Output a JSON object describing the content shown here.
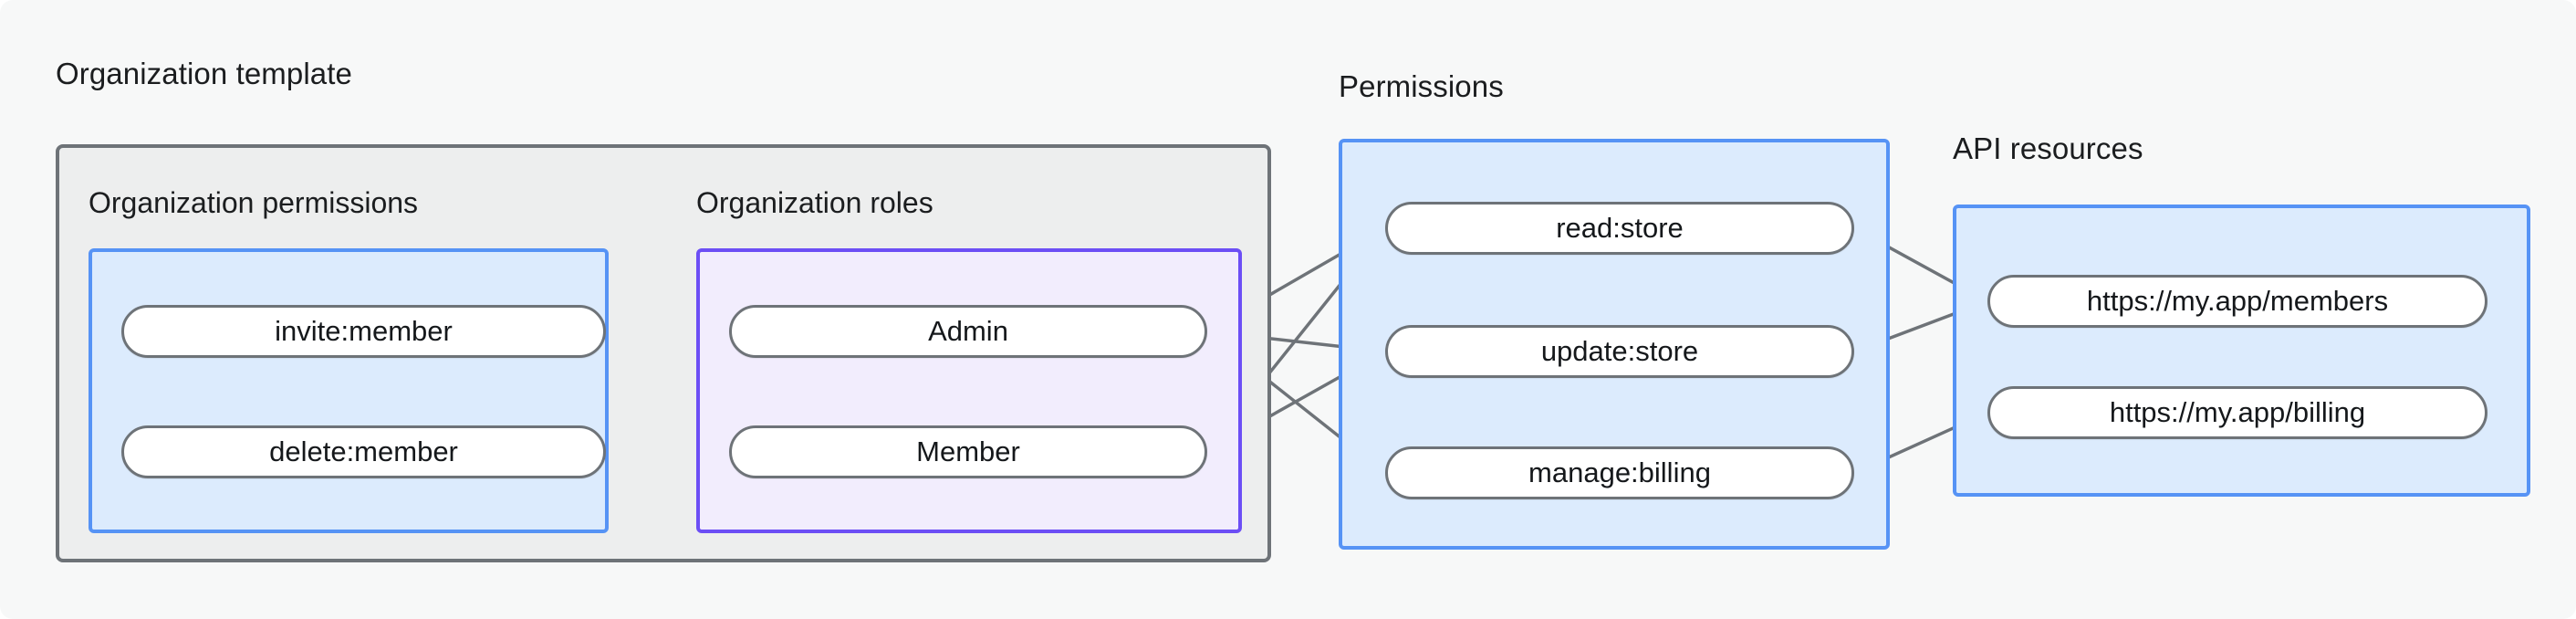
{
  "diagram": {
    "type": "graph",
    "background_color": "#F7F8F8",
    "colors": {
      "gray_border": "#6E7378",
      "gray_fill": "#EDEEEE",
      "blue_border": "#5693F5",
      "blue_fill": "#DCEBFD",
      "purple_border": "#6C4EF5",
      "purple_fill": "#F2EDFD",
      "node_border": "#6E7378",
      "node_fill": "#FFFFFF",
      "edge": "#6E7378",
      "text": "#1B1D1F"
    },
    "groups": {
      "organization_template": {
        "title": "Organization template",
        "subgroups": {
          "organization_permissions": {
            "title": "Organization permissions",
            "nodes": [
              {
                "id": "invite-member",
                "label": "invite:member"
              },
              {
                "id": "delete-member",
                "label": "delete:member"
              }
            ]
          },
          "organization_roles": {
            "title": "Organization roles",
            "nodes": [
              {
                "id": "admin",
                "label": "Admin"
              },
              {
                "id": "member",
                "label": "Member"
              }
            ]
          }
        }
      },
      "permissions": {
        "title": "Permissions",
        "nodes": [
          {
            "id": "read-store",
            "label": "read:store"
          },
          {
            "id": "update-store",
            "label": "update:store"
          },
          {
            "id": "manage-billing",
            "label": "manage:billing"
          }
        ]
      },
      "api_resources": {
        "title": "API resources",
        "nodes": [
          {
            "id": "members-url",
            "label": "https://my.app/members"
          },
          {
            "id": "billing-url",
            "label": "https://my.app/billing"
          }
        ]
      }
    },
    "edges": [
      {
        "from": "invite-member",
        "to": "admin"
      },
      {
        "from": "invite-member",
        "to": "member"
      },
      {
        "from": "delete-member",
        "to": "member"
      },
      {
        "from": "admin",
        "to": "read-store"
      },
      {
        "from": "admin",
        "to": "update-store"
      },
      {
        "from": "admin",
        "to": "manage-billing"
      },
      {
        "from": "member",
        "to": "read-store"
      },
      {
        "from": "member",
        "to": "update-store"
      },
      {
        "from": "read-store",
        "to": "members-url"
      },
      {
        "from": "update-store",
        "to": "members-url"
      },
      {
        "from": "manage-billing",
        "to": "billing-url"
      }
    ]
  }
}
